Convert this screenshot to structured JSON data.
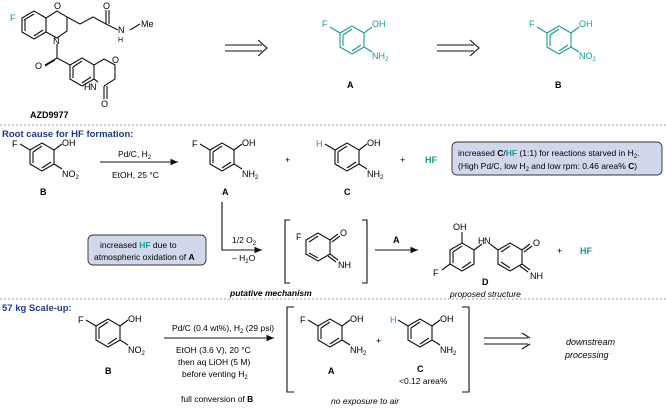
{
  "top": {
    "compound_name": "AZD9977",
    "label_A": "A",
    "label_B": "B"
  },
  "section1": {
    "heading": "Root cause for HF formation:",
    "conditions_line1": "Pd/C, H",
    "conditions_line1_sub": "2",
    "conditions_line2": "EtOH, 25 °C",
    "label_B": "B",
    "label_A": "A",
    "label_C": "C",
    "plus1": "+",
    "plus2": "+",
    "hf": "HF",
    "note_pre": "increased ",
    "note_c": "C",
    "note_slash": "/",
    "note_hf": "HF",
    "note_post": " (1:1) for reactions starved in H",
    "note_sub": "2",
    "note_end": ".",
    "note_line2_pre": "(High Pd/C, low H",
    "note_line2_sub": "2",
    "note_line2_mid": " and low rpm: 0.46 area% ",
    "note_line2_c": "C",
    "note_line2_end": ")",
    "box2_line1_pre": "increased  ",
    "box2_line1_hf": "HF",
    "box2_line1_post": " due to",
    "box2_line2_pre": "atmospheric oxidation of ",
    "box2_line2_a": "A",
    "ox_top": "1/2 O",
    "ox_top_sub": "2",
    "ox_bottom": "– H",
    "ox_bottom_sub": "2",
    "ox_bottom_end": "O",
    "arrow_label": "A",
    "putative": "putative mechanism",
    "label_D": "D",
    "proposed": "proposed structure",
    "plus3": "+",
    "hf2": "HF"
  },
  "section2": {
    "heading": "57 kg Scale-up:",
    "label_B": "B",
    "cond1_pre": "Pd/C (0.4 wt%), H",
    "cond1_sub": "2",
    "cond1_post": " (29 psi)",
    "cond2": "EtOH (3.6 V), 20 °C",
    "cond3": "then aq LiOH (5 M)",
    "cond4_pre": "before venting H",
    "cond4_sub": "2",
    "cond5_pre": "full conversion of ",
    "cond5_b": "B",
    "label_A": "A",
    "label_C": "C",
    "plus": "+",
    "c_note": "<0.12 area%",
    "no_air": "no exposure to air",
    "downstream1": "downstream",
    "downstream2": "processing"
  },
  "atoms": {
    "F": "F",
    "O": "O",
    "N": "N",
    "H": "H",
    "OH": "OH",
    "NH": "NH",
    "NH2": "NH",
    "NH2_sub": "2",
    "NO2": "NO",
    "NO2_sub": "2",
    "Me": "Me",
    "H_atom": "H"
  },
  "colors": {
    "teal": "#1a9a94",
    "heading": "#1f3a8a",
    "box_fill": "#d2d8ec",
    "box_stroke": "#333333",
    "text": "#111111"
  }
}
